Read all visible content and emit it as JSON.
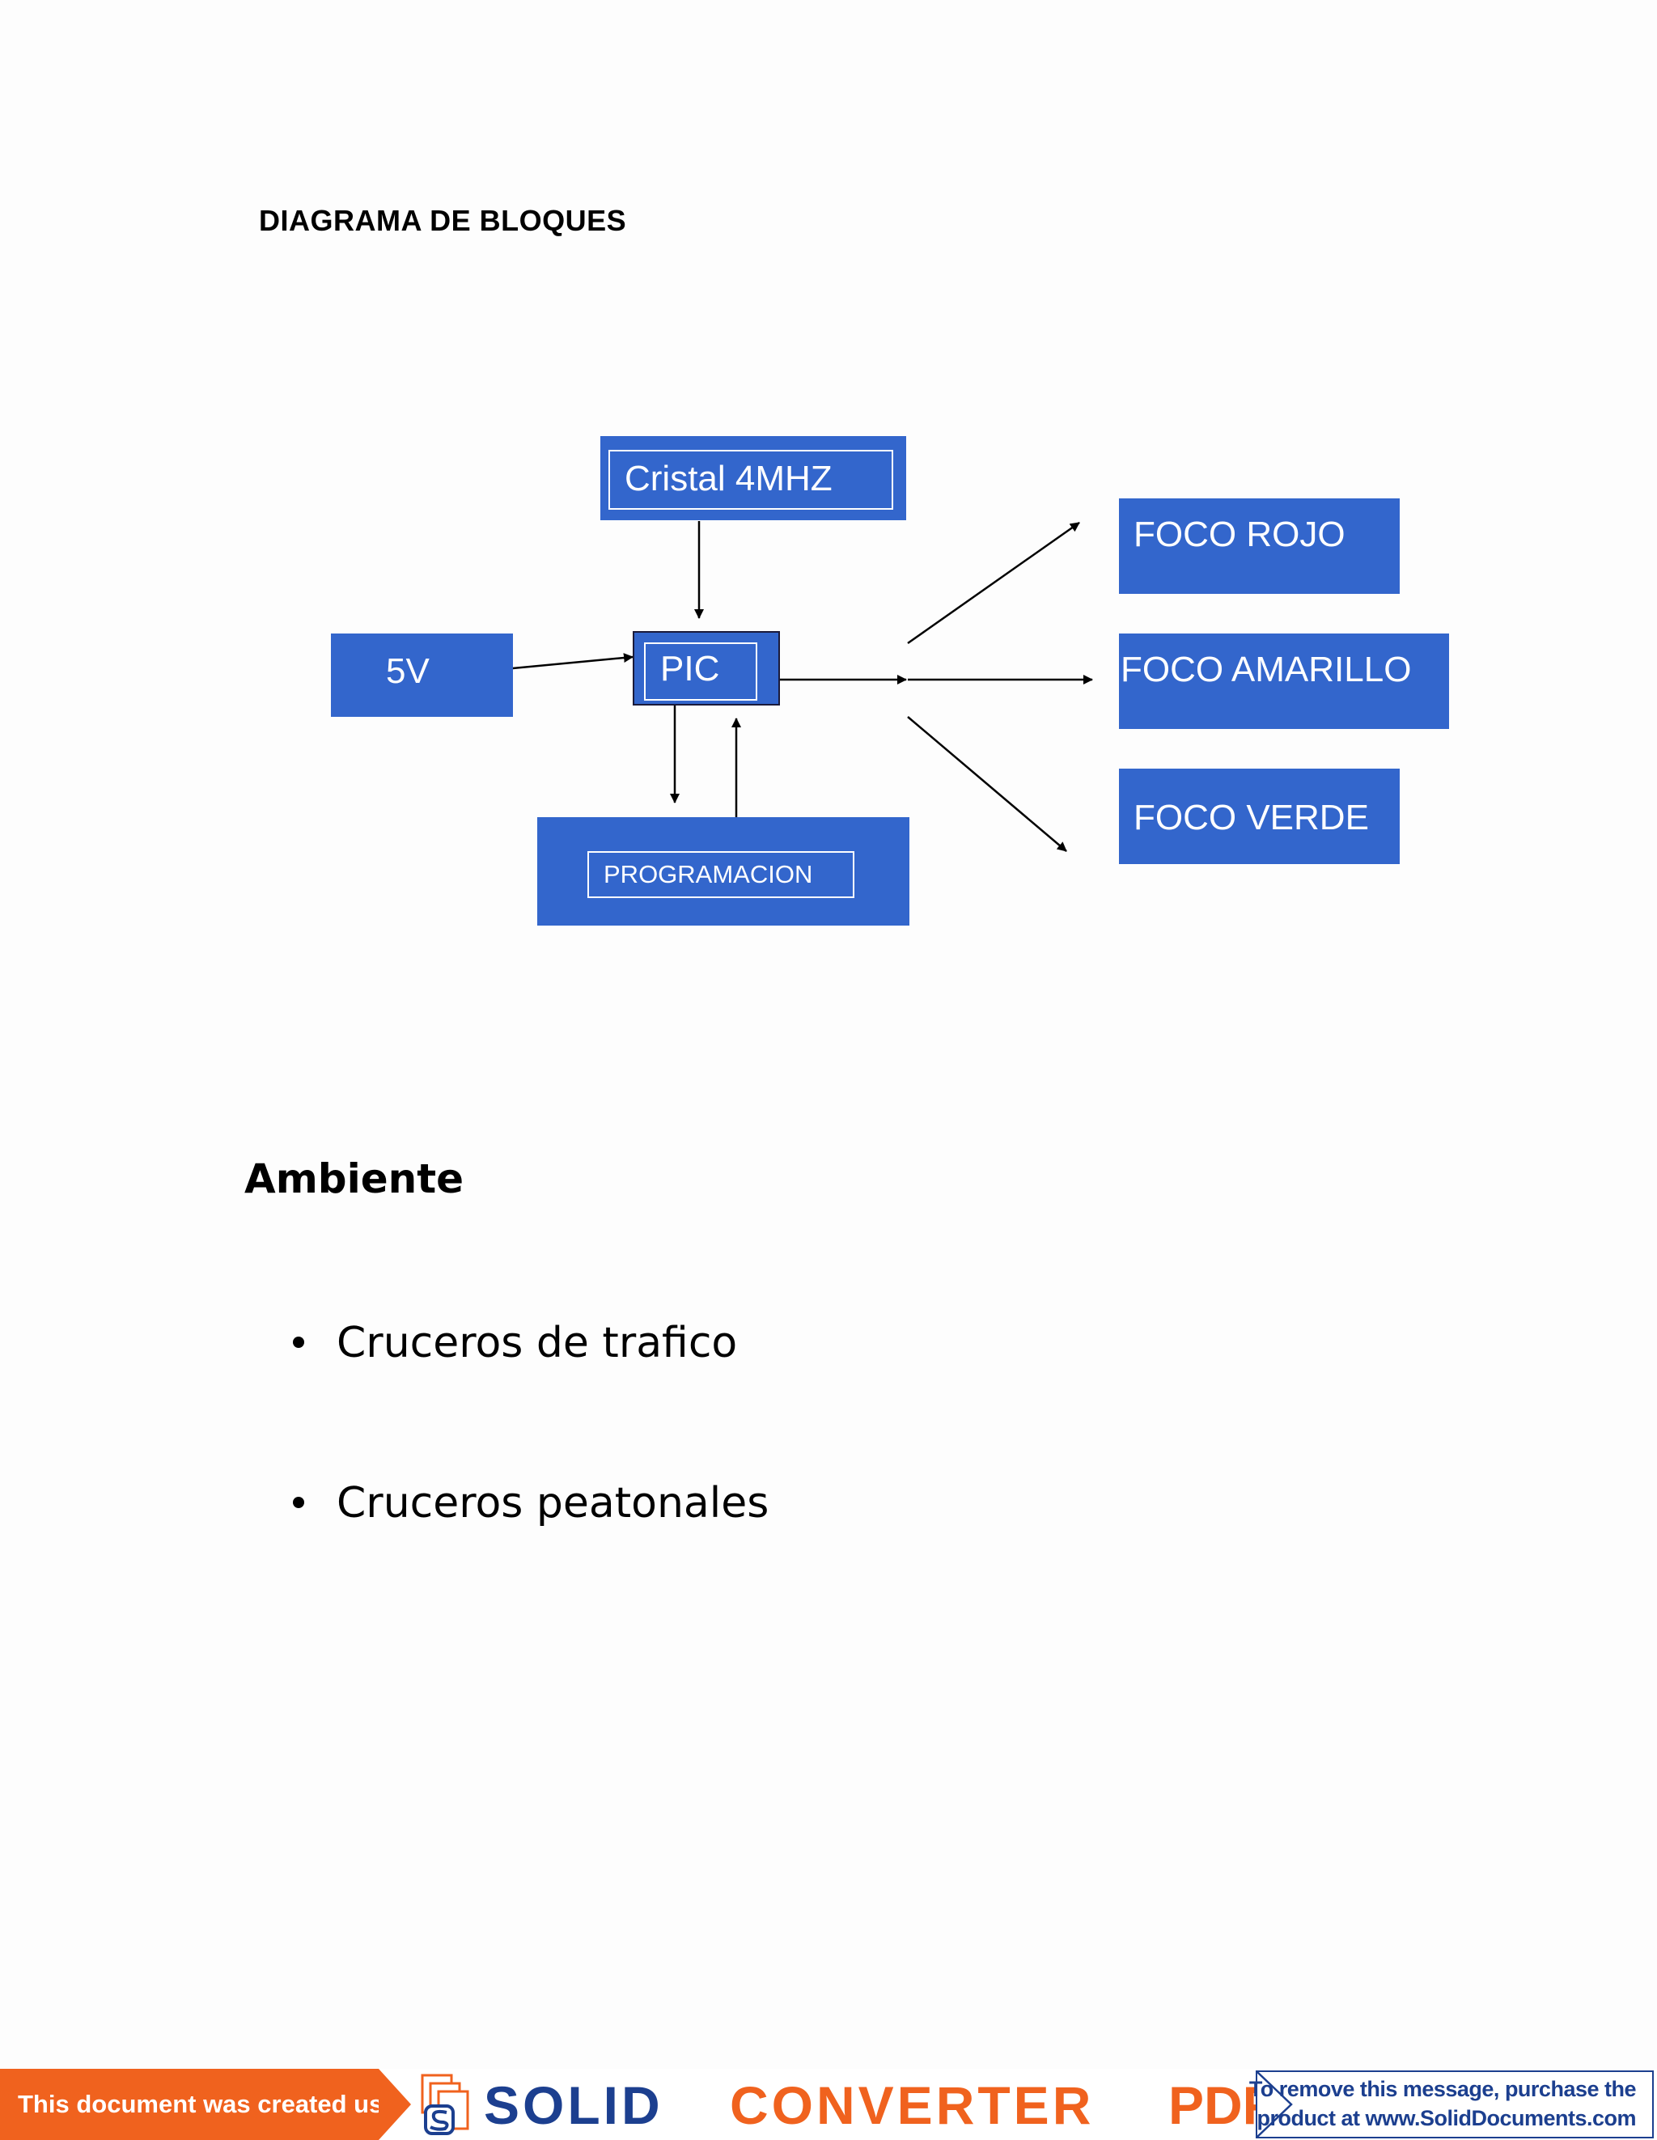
{
  "heading": "DIAGRAMA DE BLOQUES",
  "diagram": {
    "blocks": {
      "crystal": "Cristal 4MHZ",
      "power": "5V",
      "pic": "PIC",
      "programming": "PROGRAMACION",
      "red_light": "FOCO ROJO",
      "yellow_light": "FOCO AMARILLO",
      "green_light": "FOCO VERDE"
    },
    "block_color": "#3366cc"
  },
  "section": {
    "title": "Ambiente",
    "items": [
      "Cruceros de trafico",
      "Cruceros peatonales"
    ]
  },
  "footer": {
    "lead_text": "This document was created using",
    "brand_solid": "SOLID",
    "brand_converter": "CONVERTER",
    "brand_pdf": "PDF",
    "notice_line1": "To remove this message, purchase the",
    "notice_line2": "product at www.SolidDocuments.com",
    "accent_color": "#f0621e",
    "brand_color": "#1c3f8f"
  }
}
